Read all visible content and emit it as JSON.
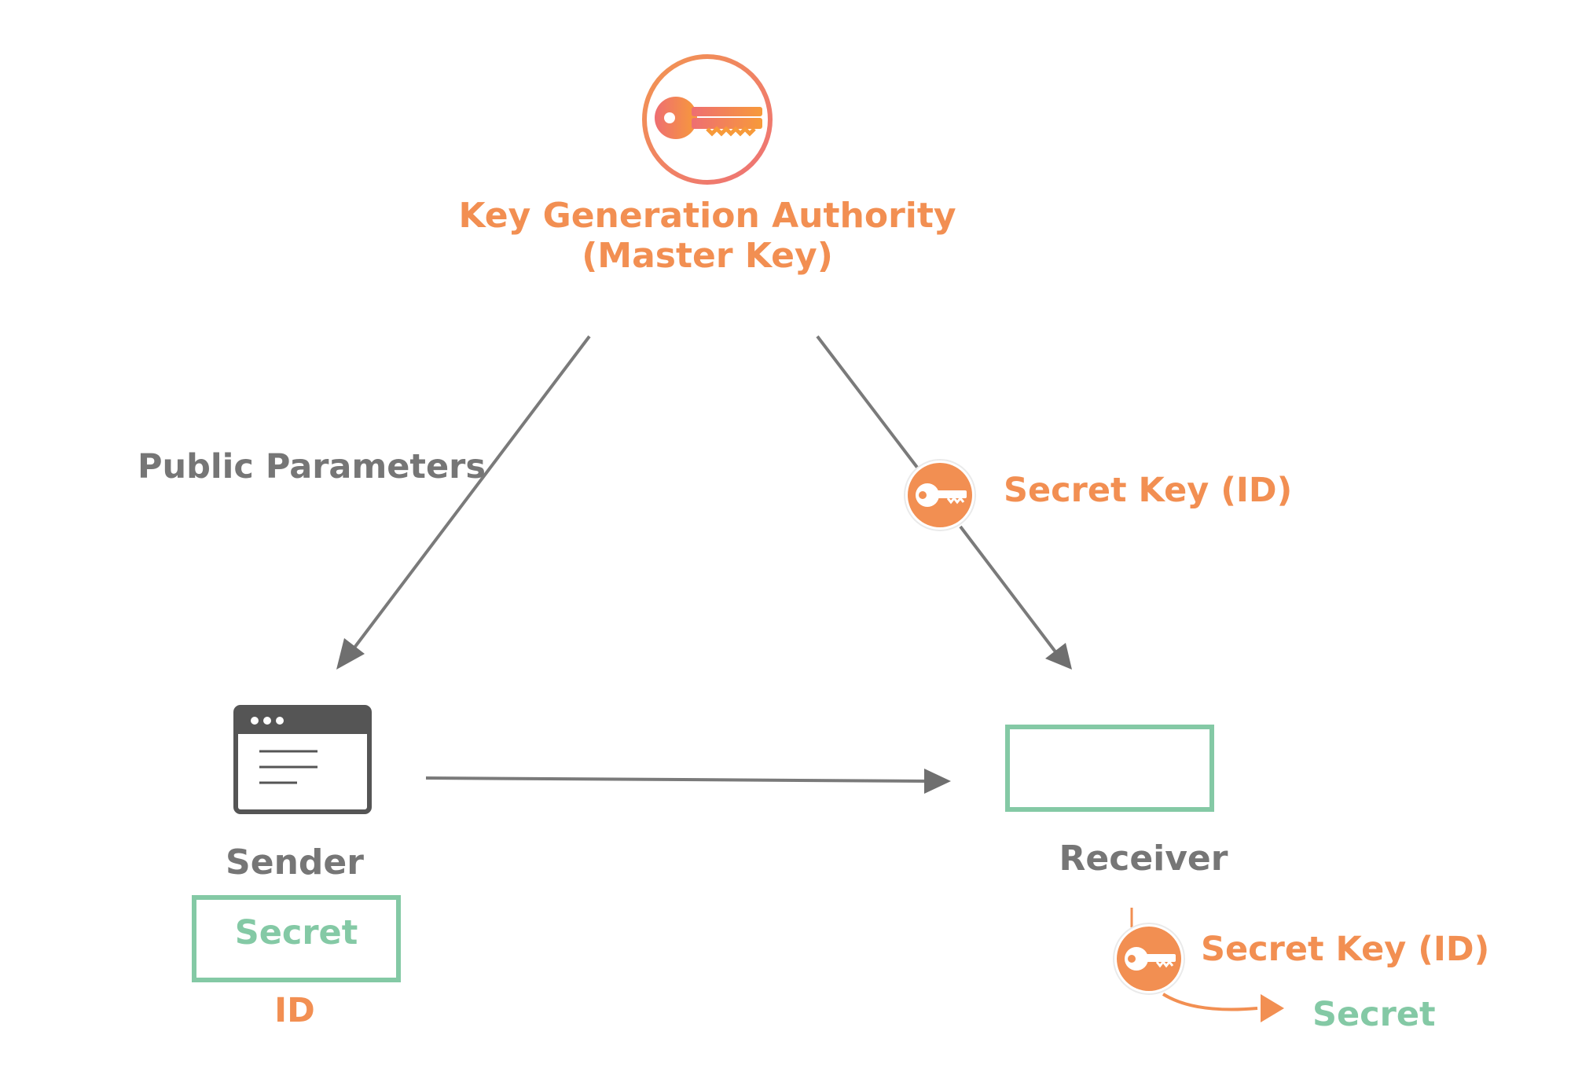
{
  "authority": {
    "line1": "Key Generation Authority",
    "line2": "(Master Key)",
    "icon": "master-key-icon"
  },
  "edges": {
    "public_parameters": "Public Parameters",
    "secret_key_id": "Secret Key (ID)"
  },
  "sender": {
    "label": "Sender",
    "secret_box": "Secret",
    "id_label": "ID",
    "icon": "browser-window-icon"
  },
  "receiver": {
    "label": "Receiver",
    "secret_key_id": "Secret Key (ID)",
    "output": "Secret"
  },
  "colors": {
    "orange": "#f28f52",
    "orange_gradient_start": "#ef6d6d",
    "green": "#84c9a5",
    "gray": "#767676",
    "dark": "#555555"
  }
}
